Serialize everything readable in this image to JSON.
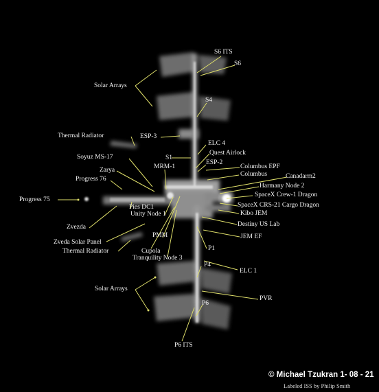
{
  "labels": {
    "s6_its": "S6 ITS",
    "s6": "S6",
    "solar_arrays_top": "Solar Arrays",
    "s4": "S4",
    "thermal_radiator_top": "Thermal Radiator",
    "esp3": "ESP-3",
    "elc4": "ELC 4",
    "quest_airlock": "Quest Airlock",
    "soyuz": "Soyuz MS-17",
    "s1": "S1",
    "esp2": "ESP-2",
    "mrm1": "MRM-1",
    "columbus_epf": "Columbus EPF",
    "zarya": "Zarya",
    "columbus": "Columbus",
    "canadarm2": "Canadarm2",
    "progress76": "Progress 76",
    "harmony": "Harmany Node 2",
    "spacex_crew1": "SpaceX Crew-1 Dragon",
    "progress75": "Progress 75",
    "spacex_crs21": "SpaceX CRS-21 Cargo Dragon",
    "pies_dc1": "Pies DC1",
    "kibo": "Kibo JEM",
    "unity": "Unity Node 1",
    "zvezda": "Zvezda",
    "destiny": "Destiny US Lab",
    "pmm": "PMM",
    "jem_ef": "JEM EF",
    "zvezda_solar": "Zveda Solar Panel",
    "p1": "P1",
    "thermal_radiator_bottom": "Thermal Radiator",
    "cupola": "Cupola",
    "tranquility": "Tranquility Node 3",
    "p4": "P4",
    "elc1": "ELC 1",
    "solar_arrays_bottom": "Solar Arrays",
    "pvr": "PVR",
    "p6": "P6",
    "p6_its": "P6 ITS"
  },
  "copyright": {
    "line1": "© Michael Tzukran 1- 08 - 21",
    "line2": "Labeled  ISS by Philip Smith"
  },
  "colors": {
    "background": "#000000",
    "label_text": "#f2f2f2",
    "leader_line": "#dede6a"
  }
}
